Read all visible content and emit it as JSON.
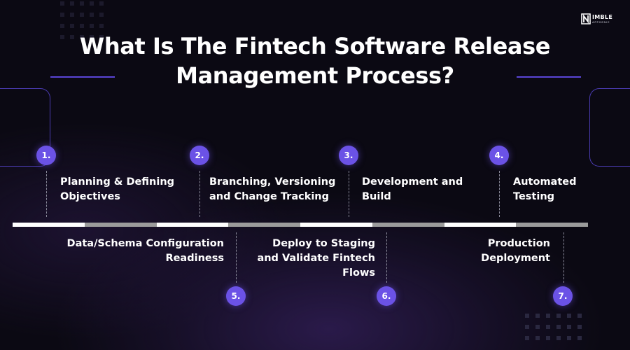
{
  "logo": {
    "name": "IMBLE",
    "tagline": "APPGENIE"
  },
  "title": {
    "line1": "What Is The Fintech Software Release",
    "line2": "Management Process?"
  },
  "steps": [
    {
      "number": "1.",
      "lines": [
        "Planning & Defining",
        "Objectives"
      ]
    },
    {
      "number": "2.",
      "lines": [
        "Branching, Versioning",
        "and Change Tracking"
      ]
    },
    {
      "number": "3.",
      "lines": [
        "Development and",
        "Build"
      ]
    },
    {
      "number": "4.",
      "lines": [
        "Automated",
        "Testing"
      ]
    },
    {
      "number": "5.",
      "lines": [
        "Data/Schema Configuration",
        "Readiness"
      ]
    },
    {
      "number": "6.",
      "lines": [
        "Deploy to Staging",
        "and Validate Fintech",
        "Flows"
      ]
    },
    {
      "number": "7.",
      "lines": [
        "Production",
        "Deployment"
      ]
    }
  ],
  "colors": {
    "accent": "#6b52e6",
    "background": "#0b0913",
    "axis_light": "#ffffff",
    "axis_gray": "#9b9b9b"
  }
}
